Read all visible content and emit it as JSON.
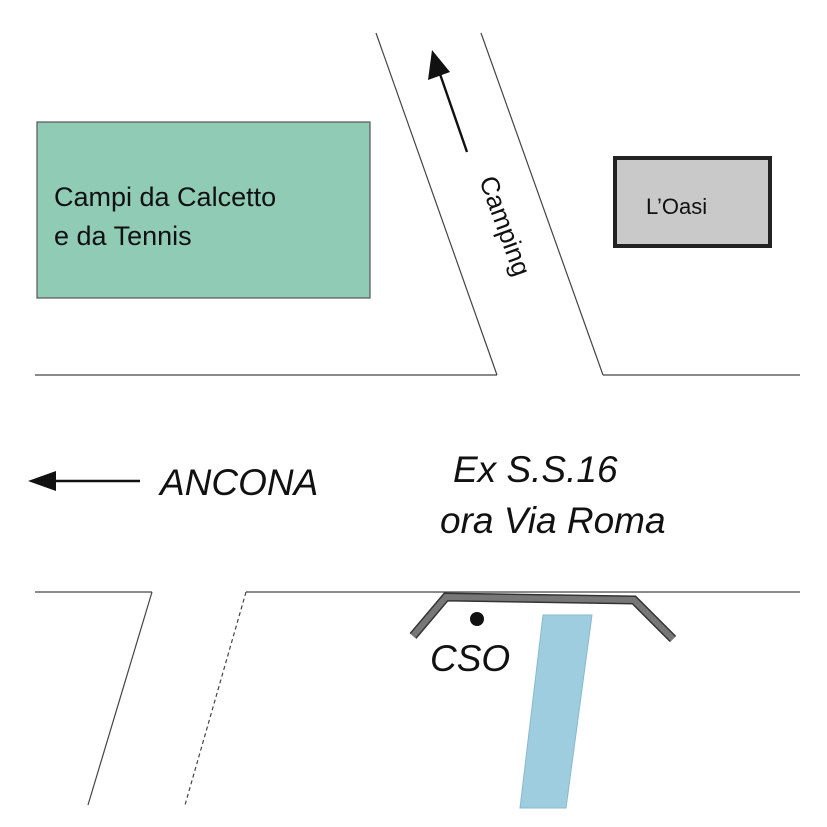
{
  "labels": {
    "sports_fields_line1": "Campi da Calcetto",
    "sports_fields_line2": "e da Tennis",
    "oasi": "L’Oasi",
    "camping": "Camping",
    "ancona": "ANCONA",
    "road_line1": "Ex S.S.16",
    "road_line2": "ora Via Roma",
    "cso": "CSO"
  },
  "colors": {
    "sports_fields_fill": "#8fcbb5",
    "oasi_fill": "#c9c9c9",
    "river": "#9fcde0",
    "bridge": "#777777"
  }
}
